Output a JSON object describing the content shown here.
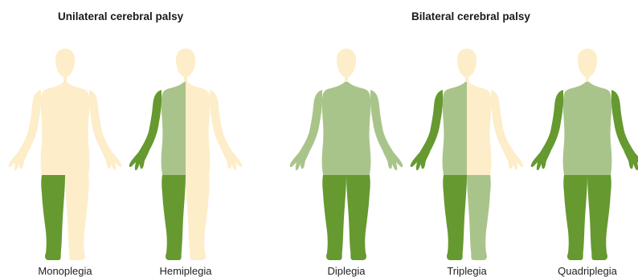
{
  "titles": {
    "unilateral": "Unilateral cerebral palsy",
    "bilateral": "Bilateral cerebral palsy"
  },
  "colors": {
    "unaffected": "#FDEDC8",
    "mild": "#A9C48A",
    "severe": "#66992F"
  },
  "figures": [
    {
      "label": "Monoplegia",
      "head": "unaffected",
      "trunk_left": "unaffected",
      "trunk_right": "unaffected",
      "arm_left": "unaffected",
      "arm_right": "unaffected",
      "leg_left": "severe",
      "leg_right": "unaffected"
    },
    {
      "label": "Hemiplegia",
      "head": "unaffected",
      "trunk_left": "mild",
      "trunk_right": "unaffected",
      "arm_left": "severe",
      "arm_right": "unaffected",
      "leg_left": "severe",
      "leg_right": "unaffected"
    },
    {
      "label": "Diplegia",
      "head": "unaffected",
      "trunk_left": "mild",
      "trunk_right": "mild",
      "arm_left": "mild",
      "arm_right": "mild",
      "leg_left": "severe",
      "leg_right": "severe"
    },
    {
      "label": "Triplegia",
      "head": "unaffected",
      "trunk_left": "mild",
      "trunk_right": "unaffected",
      "arm_left": "severe",
      "arm_right": "unaffected",
      "leg_left": "severe",
      "leg_right": "mild"
    },
    {
      "label": "Quadriplegia",
      "head": "unaffected",
      "trunk_left": "mild",
      "trunk_right": "mild",
      "arm_left": "severe",
      "arm_right": "severe",
      "leg_left": "severe",
      "leg_right": "severe"
    }
  ]
}
